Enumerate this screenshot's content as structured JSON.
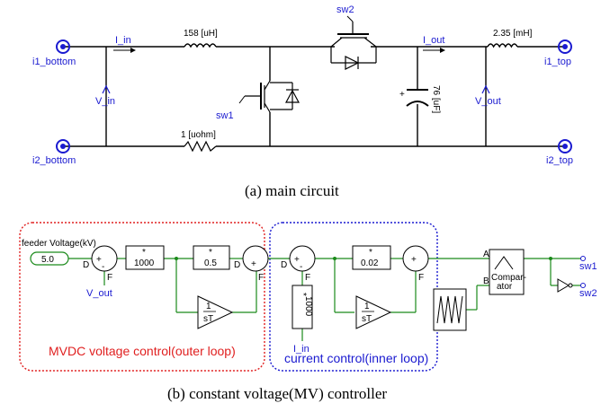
{
  "main_circuit": {
    "terminals": {
      "in_top": "i1_bottom",
      "in_bottom": "i2_bottom",
      "out_top": "i1_top",
      "out_bottom": "i2_top"
    },
    "meters": {
      "i_in": "I_in",
      "v_in": "V_in",
      "i_out": "I_out",
      "v_out": "V_out"
    },
    "components": {
      "inductor_in": "158 [uH]",
      "resistor": "1 [uohm]",
      "inductor_out": "2.35 [mH]",
      "capacitor": "76 [uF]",
      "sw1": "sw1",
      "sw2": "sw2"
    },
    "caption": "(a)  main  circuit"
  },
  "controller": {
    "feeder_label": "feeder Voltage(kV)",
    "feeder_value": "5.0",
    "sum_labels": {
      "d": "D",
      "f": "F",
      "plus": "+",
      "minus": "-"
    },
    "vout_label": "V_out",
    "iin_label": "I_in",
    "gain1": {
      "mult": "*",
      "value": "1000"
    },
    "gain2": {
      "mult": "*",
      "value": "0.5"
    },
    "gain3": {
      "mult": "*",
      "value": "0.02"
    },
    "gain4": {
      "mult": "*",
      "value": "1000"
    },
    "integrator": {
      "num": "1",
      "den": "sT"
    },
    "comparator": {
      "line1": "Compar-",
      "line2": "ator",
      "a": "A",
      "b": "B"
    },
    "outputs": {
      "sw1": "sw1",
      "sw2": "sw2"
    },
    "outer_loop": "MVDC  voltage  control(outer  loop)",
    "inner_loop": "current  control(inner  loop)",
    "caption": "(b)  constant  voltage(MV)  controller"
  }
}
